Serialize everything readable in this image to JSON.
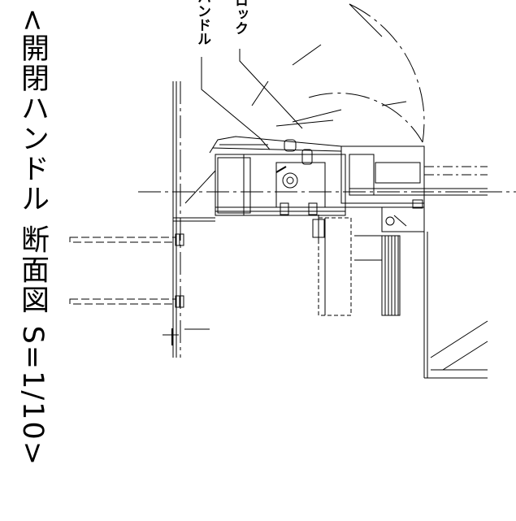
{
  "title": "<開閉ハンドル 断面図 S=1/10>",
  "callouts": [
    {
      "text": "ロック"
    },
    {
      "text": "ハンドル"
    }
  ]
}
